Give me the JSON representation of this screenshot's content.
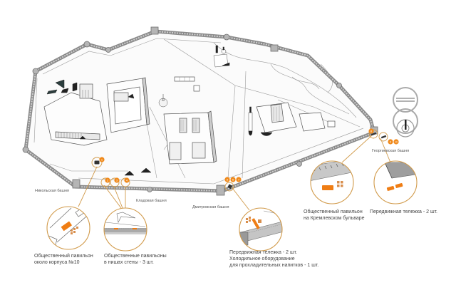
{
  "colors": {
    "accent": "#f08a1c",
    "wall": "#9a9a9a",
    "wall_dark": "#6e6e6e",
    "line": "#555555"
  },
  "towers": {
    "nikolskaya": "Никольская башня",
    "kladovaya": "Кладовая башня",
    "dmitrovskaya": "Дмитровская башня",
    "georgievskaya": "Георгиевская башня"
  },
  "markers": [
    {
      "id": "m1",
      "label": "1"
    },
    {
      "id": "m2",
      "label": "2"
    },
    {
      "id": "m3",
      "label": "3"
    },
    {
      "id": "m4",
      "label": "4"
    },
    {
      "id": "m5",
      "label": "5"
    },
    {
      "id": "m6",
      "label": "6"
    },
    {
      "id": "m7",
      "label": "7"
    },
    {
      "id": "m8",
      "label": "8"
    },
    {
      "id": "m9",
      "label": "9"
    },
    {
      "id": "m10",
      "label": "10"
    }
  ],
  "captions": {
    "pavilion_corpus10": [
      "Общественный павильон",
      "около корпуса №10"
    ],
    "pavilions_wall": [
      "Общественные павильоны",
      "в нишах стены - 3 шт."
    ],
    "cart_dmitrov": [
      "Передвижная тележка - 2 шт.",
      "Холодильное оборудование",
      "для прохладительных напитков - 1 шт."
    ],
    "pavilion_boulevard": [
      "Общественный павильон",
      "на Кремлевском бульваре"
    ],
    "cart_georgiev": [
      "Передвижная тележка - 2 шт."
    ]
  }
}
